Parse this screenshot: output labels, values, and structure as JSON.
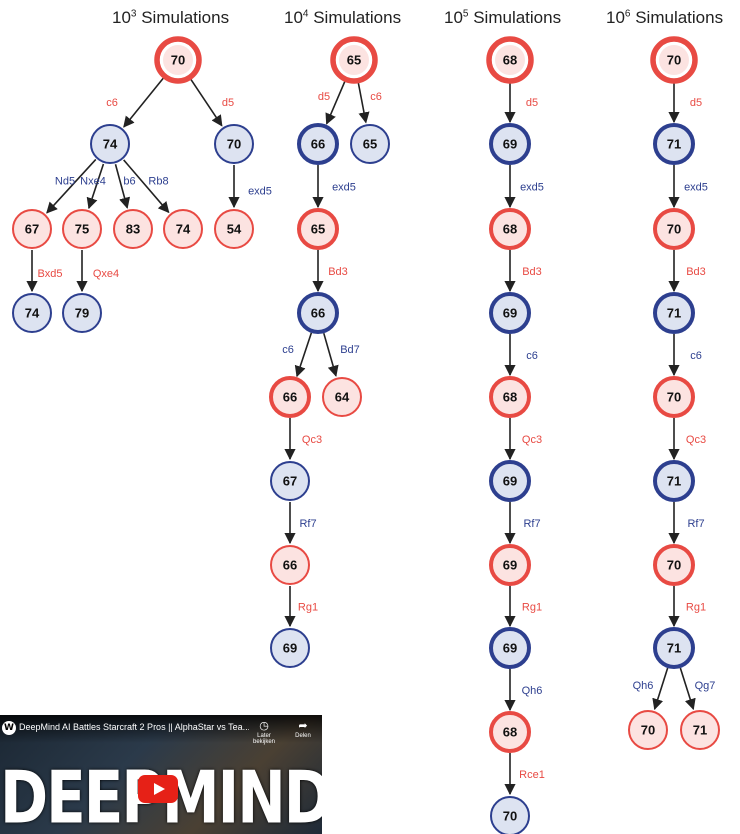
{
  "colors": {
    "red": "#e84a43",
    "red_fill": "#fce3e1",
    "blue": "#2d3f8f",
    "blue_fill": "#dde3f1",
    "edge": "#222222"
  },
  "titles": [
    {
      "base": "10",
      "exp": "3",
      "label": "Simulations"
    },
    {
      "base": "10",
      "exp": "4",
      "label": "Simulations"
    },
    {
      "base": "10",
      "exp": "5",
      "label": "Simulations"
    },
    {
      "base": "10",
      "exp": "6",
      "label": "Simulations"
    }
  ],
  "trees": [
    {
      "nodes": [
        {
          "id": "a0",
          "v": "70",
          "c": "red",
          "root": true
        },
        {
          "id": "a1",
          "v": "74",
          "c": "blue"
        },
        {
          "id": "a2",
          "v": "70",
          "c": "blue"
        },
        {
          "id": "a3",
          "v": "67",
          "c": "red"
        },
        {
          "id": "a4",
          "v": "75",
          "c": "red"
        },
        {
          "id": "a5",
          "v": "83",
          "c": "red"
        },
        {
          "id": "a6",
          "v": "74",
          "c": "red"
        },
        {
          "id": "a7",
          "v": "54",
          "c": "red"
        },
        {
          "id": "a8",
          "v": "74",
          "c": "blue"
        },
        {
          "id": "a9",
          "v": "79",
          "c": "blue"
        }
      ],
      "edges": [
        {
          "from": "a0",
          "to": "a1",
          "move": "c6"
        },
        {
          "from": "a0",
          "to": "a2",
          "move": "d5"
        },
        {
          "from": "a1",
          "to": "a3",
          "move": "Nd5"
        },
        {
          "from": "a1",
          "to": "a4",
          "move": "Nxe4"
        },
        {
          "from": "a1",
          "to": "a5",
          "move": "b6"
        },
        {
          "from": "a1",
          "to": "a6",
          "move": "Rb8"
        },
        {
          "from": "a2",
          "to": "a7",
          "move": "exd5"
        },
        {
          "from": "a3",
          "to": "a8",
          "move": "Bxd5"
        },
        {
          "from": "a4",
          "to": "a9",
          "move": "Qxe4"
        }
      ]
    },
    {
      "nodes": [
        {
          "id": "b0",
          "v": "65",
          "c": "red",
          "root": true
        },
        {
          "id": "b1",
          "v": "66",
          "c": "blue",
          "bold": true
        },
        {
          "id": "b2",
          "v": "65",
          "c": "blue"
        },
        {
          "id": "b3",
          "v": "65",
          "c": "red",
          "bold": true
        },
        {
          "id": "b4",
          "v": "66",
          "c": "blue",
          "bold": true
        },
        {
          "id": "b5",
          "v": "66",
          "c": "red",
          "bold": true
        },
        {
          "id": "b6",
          "v": "64",
          "c": "red"
        },
        {
          "id": "b7",
          "v": "67",
          "c": "blue"
        },
        {
          "id": "b8",
          "v": "66",
          "c": "red"
        },
        {
          "id": "b9",
          "v": "69",
          "c": "blue"
        }
      ],
      "edges": [
        {
          "from": "b0",
          "to": "b1",
          "move": "d5"
        },
        {
          "from": "b0",
          "to": "b2",
          "move": "c6"
        },
        {
          "from": "b1",
          "to": "b3",
          "move": "exd5"
        },
        {
          "from": "b3",
          "to": "b4",
          "move": "Bd3"
        },
        {
          "from": "b4",
          "to": "b5",
          "move": "c6"
        },
        {
          "from": "b4",
          "to": "b6",
          "move": "Bd7"
        },
        {
          "from": "b5",
          "to": "b7",
          "move": "Qc3"
        },
        {
          "from": "b7",
          "to": "b8",
          "move": "Rf7"
        },
        {
          "from": "b8",
          "to": "b9",
          "move": "Rg1"
        }
      ]
    },
    {
      "nodes": [
        {
          "id": "c0",
          "v": "68",
          "c": "red",
          "root": true
        },
        {
          "id": "c1",
          "v": "69",
          "c": "blue",
          "bold": true
        },
        {
          "id": "c2",
          "v": "68",
          "c": "red",
          "bold": true
        },
        {
          "id": "c3",
          "v": "69",
          "c": "blue",
          "bold": true
        },
        {
          "id": "c4",
          "v": "68",
          "c": "red",
          "bold": true
        },
        {
          "id": "c5",
          "v": "69",
          "c": "blue",
          "bold": true
        },
        {
          "id": "c6",
          "v": "69",
          "c": "red",
          "bold": true
        },
        {
          "id": "c7",
          "v": "69",
          "c": "blue",
          "bold": true
        },
        {
          "id": "c8",
          "v": "68",
          "c": "red",
          "bold": true
        },
        {
          "id": "c9",
          "v": "70",
          "c": "blue"
        }
      ],
      "edges": [
        {
          "from": "c0",
          "to": "c1",
          "move": "d5"
        },
        {
          "from": "c1",
          "to": "c2",
          "move": "exd5"
        },
        {
          "from": "c2",
          "to": "c3",
          "move": "Bd3"
        },
        {
          "from": "c3",
          "to": "c4",
          "move": "c6"
        },
        {
          "from": "c4",
          "to": "c5",
          "move": "Qc3"
        },
        {
          "from": "c5",
          "to": "c6",
          "move": "Rf7"
        },
        {
          "from": "c6",
          "to": "c7",
          "move": "Rg1"
        },
        {
          "from": "c7",
          "to": "c8",
          "move": "Qh6"
        },
        {
          "from": "c8",
          "to": "c9",
          "move": "Rce1"
        }
      ]
    },
    {
      "nodes": [
        {
          "id": "d0",
          "v": "70",
          "c": "red",
          "root": true
        },
        {
          "id": "d1",
          "v": "71",
          "c": "blue",
          "bold": true
        },
        {
          "id": "d2",
          "v": "70",
          "c": "red",
          "bold": true
        },
        {
          "id": "d3",
          "v": "71",
          "c": "blue",
          "bold": true
        },
        {
          "id": "d4",
          "v": "70",
          "c": "red",
          "bold": true
        },
        {
          "id": "d5",
          "v": "71",
          "c": "blue",
          "bold": true
        },
        {
          "id": "d6",
          "v": "70",
          "c": "red",
          "bold": true
        },
        {
          "id": "d7",
          "v": "71",
          "c": "blue",
          "bold": true
        },
        {
          "id": "d8",
          "v": "70",
          "c": "red"
        },
        {
          "id": "d9",
          "v": "71",
          "c": "red"
        }
      ],
      "edges": [
        {
          "from": "d0",
          "to": "d1",
          "move": "d5"
        },
        {
          "from": "d1",
          "to": "d2",
          "move": "exd5"
        },
        {
          "from": "d2",
          "to": "d3",
          "move": "Bd3"
        },
        {
          "from": "d3",
          "to": "d4",
          "move": "c6"
        },
        {
          "from": "d4",
          "to": "d5",
          "move": "Qc3"
        },
        {
          "from": "d5",
          "to": "d6",
          "move": "Rf7"
        },
        {
          "from": "d6",
          "to": "d7",
          "move": "Rg1"
        },
        {
          "from": "d7",
          "to": "d8",
          "move": "Qh6"
        },
        {
          "from": "d7",
          "to": "d9",
          "move": "Qg7"
        }
      ]
    }
  ],
  "video": {
    "channel_icon": "W",
    "title": "DeepMind AI Battles Starcraft 2 Pros || AlphaStar vs Tea...",
    "watch_later_icon": "clock-icon",
    "watch_later": "Later bekijken",
    "share_icon": "share-icon",
    "share": "Delen",
    "big_text": "DEEPMIND AI"
  }
}
